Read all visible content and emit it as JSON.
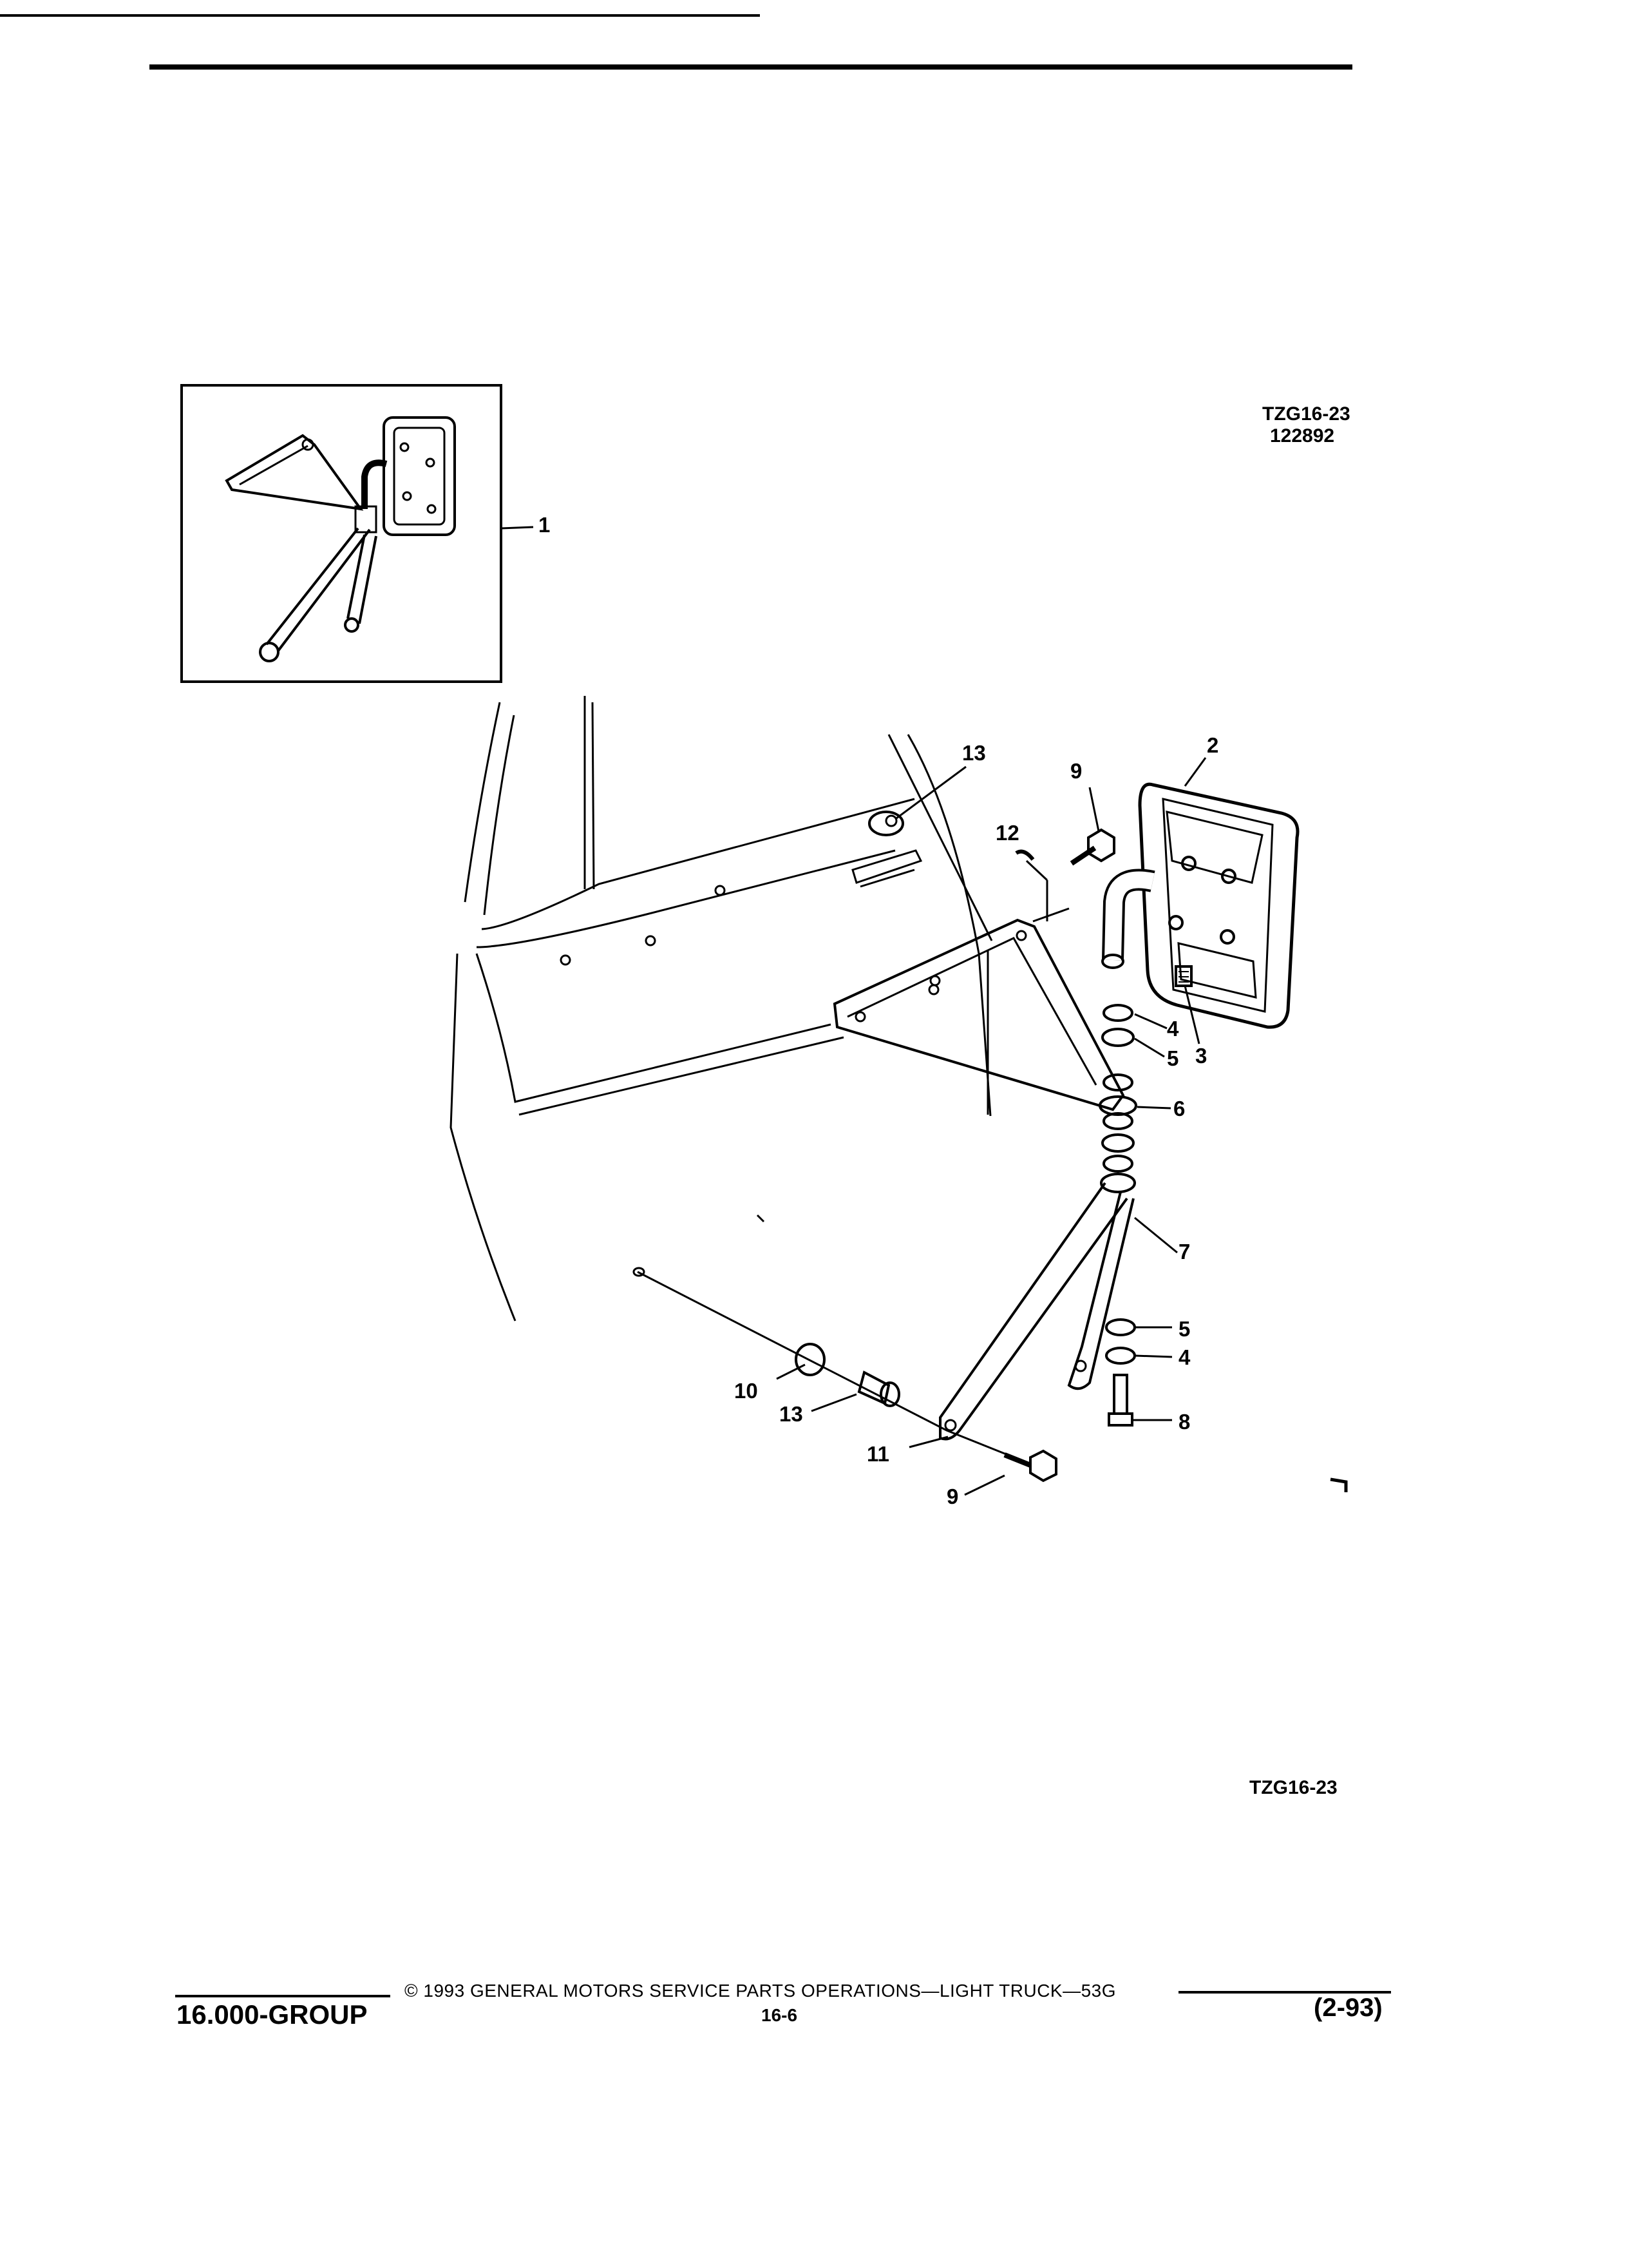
{
  "figure": {
    "ref_code": "TZG16-23",
    "ref_number": "122892",
    "bottom_ref_code": "TZG16-23"
  },
  "callouts": {
    "c1": "1",
    "c2": "2",
    "c3": "3",
    "c4a": "4",
    "c4b": "4",
    "c5a": "5",
    "c5b": "5",
    "c6": "6",
    "c7": "7",
    "c8": "8",
    "c9a": "9",
    "c9b": "9",
    "c10": "10",
    "c11": "11",
    "c12": "12",
    "c13a": "13",
    "c13b": "13"
  },
  "footer": {
    "group": "16.000-GROUP",
    "copyright": "© 1993 GENERAL MOTORS SERVICE PARTS OPERATIONS—LIGHT TRUCK—53G",
    "page": "16-6",
    "date_code": "(2-93)"
  }
}
